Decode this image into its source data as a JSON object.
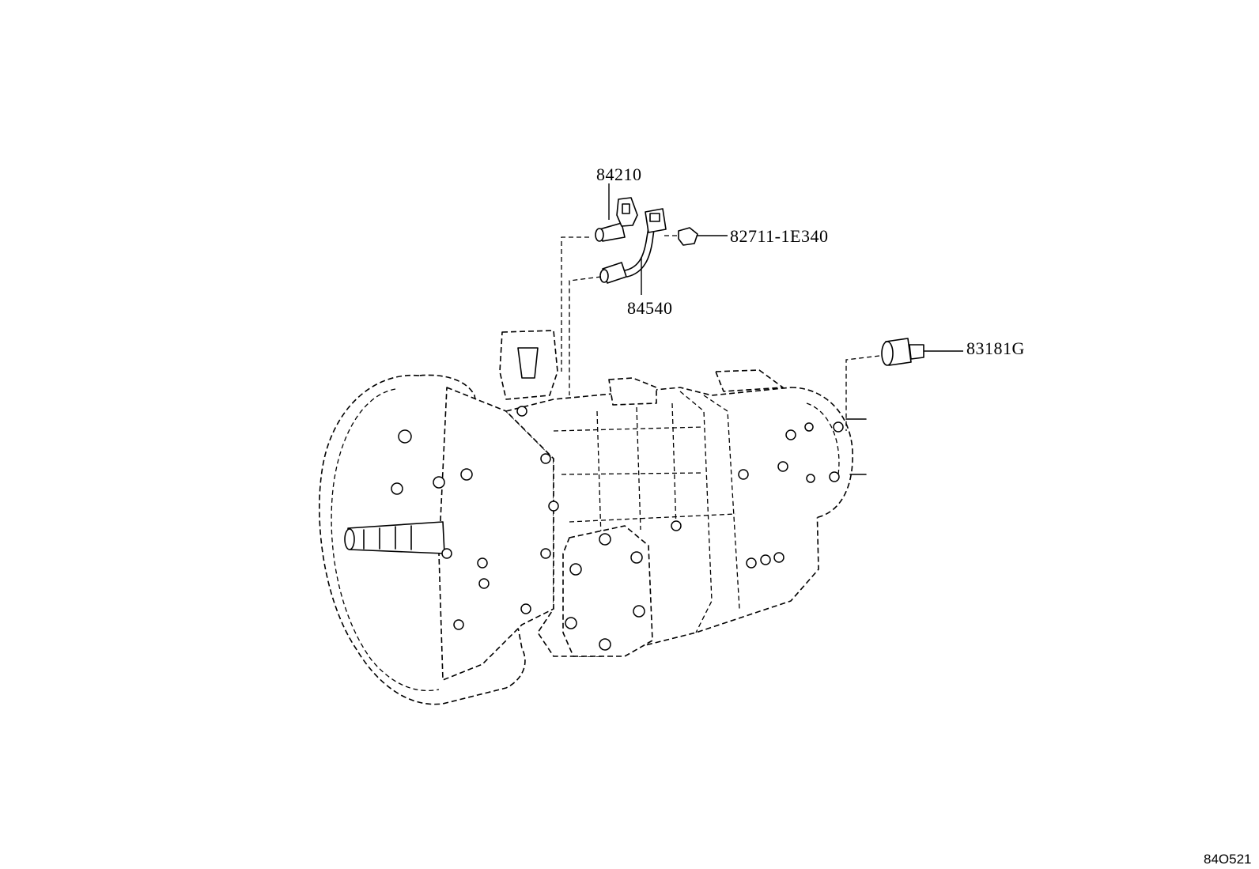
{
  "diagram": {
    "callouts": [
      {
        "id": "84210",
        "text": "84210"
      },
      {
        "id": "84540",
        "text": "84540"
      },
      {
        "id": "82711",
        "text": "82711-1E340"
      },
      {
        "id": "83181G",
        "text": "83181G"
      }
    ],
    "figure_code": "84O521",
    "colors": {
      "line": "#000000",
      "background": "#ffffff"
    }
  }
}
